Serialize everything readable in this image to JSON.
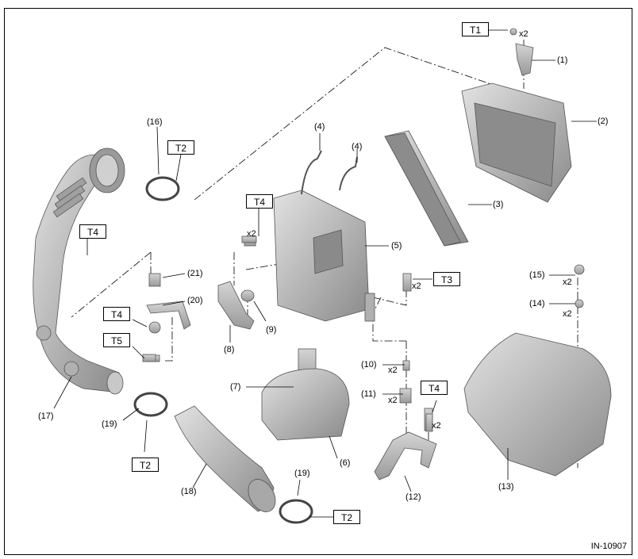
{
  "diagram_code": "IN-10907",
  "callouts": {
    "c1": "(1)",
    "c2": "(2)",
    "c3": "(3)",
    "c4a": "(4)",
    "c4b": "(4)",
    "c5": "(5)",
    "c6": "(6)",
    "c7": "(7)",
    "c8": "(8)",
    "c9": "(9)",
    "c10": "(10)",
    "c11": "(11)",
    "c12": "(12)",
    "c13": "(13)",
    "c14": "(14)",
    "c15": "(15)",
    "c16": "(16)",
    "c17": "(17)",
    "c18": "(18)",
    "c19a": "(19)",
    "c19b": "(19)",
    "c20": "(20)",
    "c21": "(21)"
  },
  "torque_labels": {
    "t1": "T1",
    "t2_top": "T2",
    "t2_left": "T2",
    "t2_bottom": "T2",
    "t3": "T3",
    "t4_top": "T4",
    "t4_left_upper": "T4",
    "t4_left_lower": "T4",
    "t4_bracket": "T4",
    "t5": "T5"
  },
  "quantities": {
    "q1": "x2",
    "q_t4top": "x2",
    "q_t3": "x2",
    "q10": "x2",
    "q11": "x2",
    "q_t4b": "x2",
    "q15": "x2",
    "q14": "x2"
  },
  "colors": {
    "part_fill": "#b4b4b4",
    "part_dark": "#8c8c8c",
    "part_light": "#d9d9d9",
    "line": "#000000"
  }
}
